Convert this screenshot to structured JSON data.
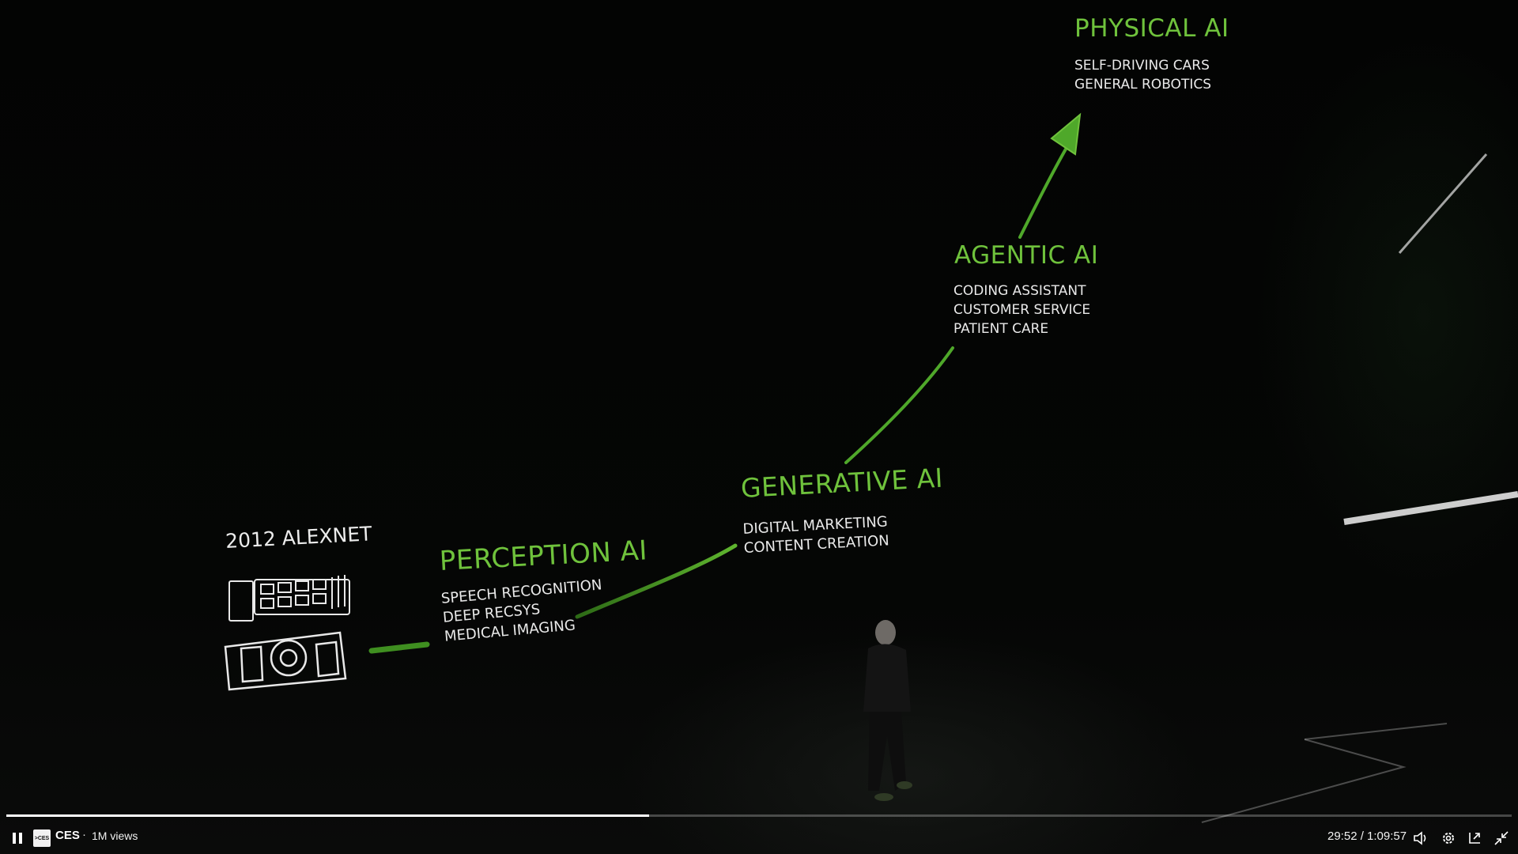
{
  "slide": {
    "alexnet_title": "2012 ALEXNET",
    "stages": [
      {
        "title": "PERCEPTION AI",
        "items": [
          "SPEECH RECOGNITION",
          "DEEP RECSYS",
          "MEDICAL IMAGING"
        ]
      },
      {
        "title": "GENERATIVE AI",
        "items": [
          "DIGITAL MARKETING",
          "CONTENT CREATION"
        ]
      },
      {
        "title": "AGENTIC AI",
        "items": [
          "CODING ASSISTANT",
          "CUSTOMER SERVICE",
          "PATIENT CARE"
        ]
      },
      {
        "title": "PHYSICAL AI",
        "items": [
          "SELF-DRIVING CARS",
          "GENERAL ROBOTICS"
        ]
      }
    ],
    "colors": {
      "accent_green": "#6fc23c",
      "curve_green": "#4fa82a"
    }
  },
  "player": {
    "channel_name": "CES",
    "channel_logo_text": ">CES",
    "separator": "·",
    "views": "1M views",
    "time": "29:52 / 1:09:57",
    "progress_fraction": 0.427,
    "icons": [
      "pause-icon",
      "volume-icon",
      "settings-icon",
      "miniplayer-icon",
      "exit-fullscreen-icon"
    ]
  }
}
